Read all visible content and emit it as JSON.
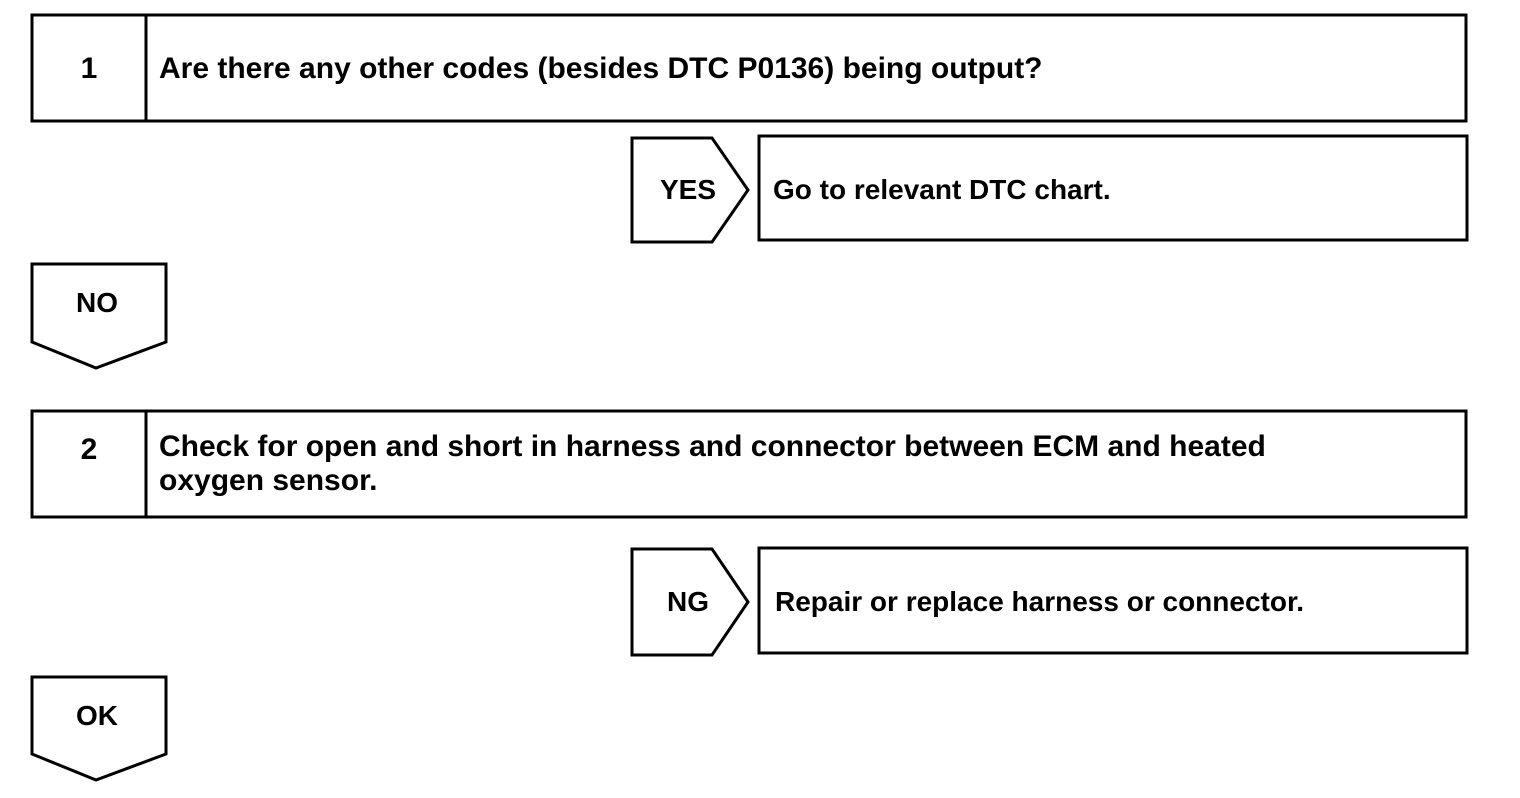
{
  "steps": [
    {
      "number": "1",
      "question": "Are there any other codes (besides DTC P0136) being output?",
      "branch": {
        "label": "YES",
        "result": "Go to relevant DTC chart."
      },
      "continue_label": "NO"
    },
    {
      "number": "2",
      "question_lines": [
        "Check for open and short in harness and connector between ECM and heated",
        "oxygen sensor."
      ],
      "branch": {
        "label": "NG",
        "result": "Repair or replace harness or connector."
      },
      "continue_label": "OK"
    }
  ]
}
